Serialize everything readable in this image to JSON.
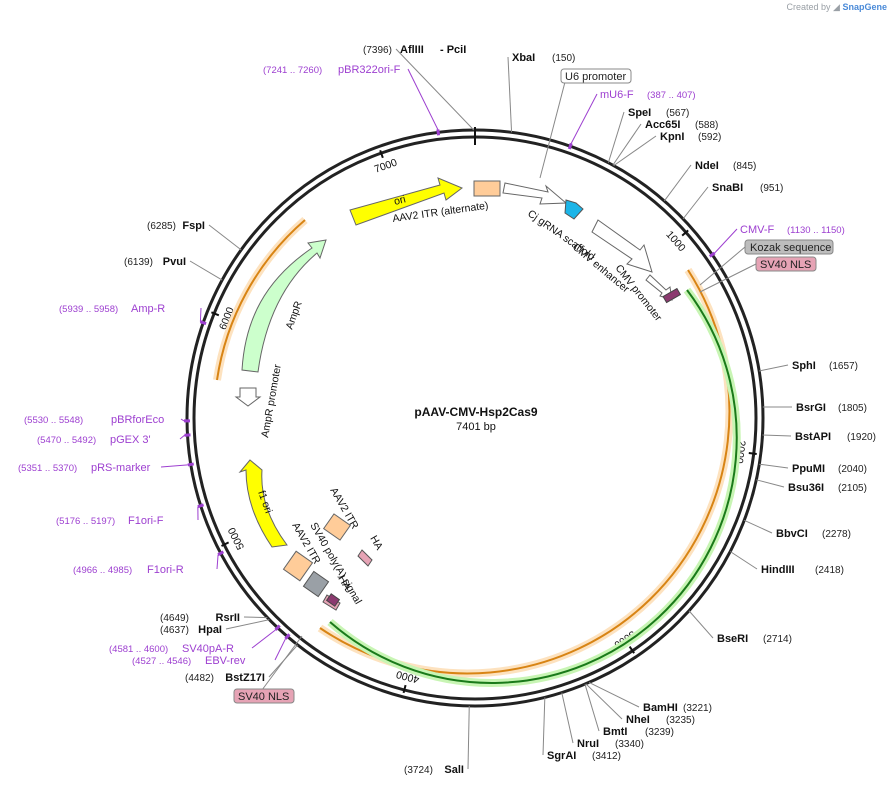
{
  "credit": {
    "prefix": "Created by",
    "brand": "SnapGene"
  },
  "plasmid": {
    "name": "pAAV-CMV-Hsp2Cas9",
    "length_label": "7401 bp",
    "length": 7401
  },
  "ticks": [
    {
      "bp": 1000,
      "label": "1000"
    },
    {
      "bp": 2000,
      "label": "2000"
    },
    {
      "bp": 3000,
      "label": "3000"
    },
    {
      "bp": 4000,
      "label": "4000"
    },
    {
      "bp": 5000,
      "label": "5000"
    },
    {
      "bp": 6000,
      "label": "6000"
    },
    {
      "bp": 7000,
      "label": "7000"
    }
  ],
  "sites": [
    {
      "name": "AflIII",
      "coord": "(7396)",
      "bp": 7396
    },
    {
      "name": "PciI",
      "coord": "",
      "bp": 7396
    },
    {
      "name": "XbaI",
      "coord": "(150)",
      "bp": 150
    },
    {
      "name": "SpeI",
      "coord": "(567)",
      "bp": 567
    },
    {
      "name": "Acc65I",
      "coord": "(588)",
      "bp": 588
    },
    {
      "name": "KpnI",
      "coord": "(592)",
      "bp": 592
    },
    {
      "name": "NdeI",
      "coord": "(845)",
      "bp": 845
    },
    {
      "name": "SnaBI",
      "coord": "(951)",
      "bp": 951
    },
    {
      "name": "SphI",
      "coord": "(1657)",
      "bp": 1657
    },
    {
      "name": "BsrGI",
      "coord": "(1805)",
      "bp": 1805
    },
    {
      "name": "BstAPI",
      "coord": "(1920)",
      "bp": 1920
    },
    {
      "name": "PpuMI",
      "coord": "(2040)",
      "bp": 2040
    },
    {
      "name": "Bsu36I",
      "coord": "(2105)",
      "bp": 2105
    },
    {
      "name": "BbvCI",
      "coord": "(2278)",
      "bp": 2278
    },
    {
      "name": "HindIII",
      "coord": "(2418)",
      "bp": 2418
    },
    {
      "name": "BseRI",
      "coord": "(2714)",
      "bp": 2714
    },
    {
      "name": "BamHI",
      "coord": "(3221)",
      "bp": 3221
    },
    {
      "name": "NheI",
      "coord": "(3235)",
      "bp": 3235
    },
    {
      "name": "BmtI",
      "coord": "(3239)",
      "bp": 3239
    },
    {
      "name": "NruI",
      "coord": "(3340)",
      "bp": 3340
    },
    {
      "name": "SgrAI",
      "coord": "(3412)",
      "bp": 3412
    },
    {
      "name": "SalI",
      "coord": "(3724)",
      "bp": 3724
    },
    {
      "name": "BstZ17I",
      "coord": "(4482)",
      "bp": 4482
    },
    {
      "name": "HpaI",
      "coord": "(4637)",
      "bp": 4637
    },
    {
      "name": "RsrII",
      "coord": "(4649)",
      "bp": 4649
    },
    {
      "name": "PvuI",
      "coord": "(6139)",
      "bp": 6139
    },
    {
      "name": "FspI",
      "coord": "(6285)",
      "bp": 6285
    }
  ],
  "primers": [
    {
      "name": "pBR322ori-F",
      "coord": "(7241 .. 7260)",
      "bp": 7250
    },
    {
      "name": "mU6-F",
      "coord": "(387 .. 407)",
      "bp": 397
    },
    {
      "name": "CMV-F",
      "coord": "(1130 .. 1150)",
      "bp": 1140
    },
    {
      "name": "Amp-R",
      "coord": "(5939 .. 5958)",
      "bp": 5948
    },
    {
      "name": "pBRforEco",
      "coord": "(5530 .. 5548)",
      "bp": 5539
    },
    {
      "name": "pGEX 3'",
      "coord": "(5470 .. 5492)",
      "bp": 5481
    },
    {
      "name": "pRS-marker",
      "coord": "(5351 .. 5370)",
      "bp": 5360
    },
    {
      "name": "F1ori-F",
      "coord": "(5176 .. 5197)",
      "bp": 5186
    },
    {
      "name": "F1ori-R",
      "coord": "(4966 .. 4985)",
      "bp": 4975
    },
    {
      "name": "SV40pA-R",
      "coord": "(4581 .. 4600)",
      "bp": 4590
    },
    {
      "name": "EBV-rev",
      "coord": "(4527 .. 4546)",
      "bp": 4536
    }
  ],
  "boxed_labels": {
    "u6_promoter": "U6 promoter",
    "kozak": "Kozak sequence",
    "sv40_nls_top": "SV40 NLS",
    "sv40_nls_bottom": "SV40 NLS"
  },
  "features": {
    "ori": "ori",
    "aav2_itr_alt": "AAV2 ITR (alternate)",
    "cj_grna": "Cj gRNA scaffold",
    "cmv_enhancer": "CMV enhancer",
    "cmv_promoter": "CMV promoter",
    "ampr": "AmpR",
    "ampr_promoter": "AmpR promoter",
    "f1_ori": "f1 ori",
    "aav2_itr_1": "AAV2 ITR",
    "aav2_itr_2": "AAV2 ITR",
    "sv40_polya": "SV40 poly(A) signal",
    "ha_1": "HA",
    "ha_2": "HA"
  },
  "colors": {
    "backbone": "#222222",
    "ori": "#ffff00",
    "itr": "#ffcc99",
    "grna": "#1cb5e8",
    "ampr": "#ccffcc",
    "cas9_outline": "#1a7a1a",
    "cas9_halo": "#b7f0a0",
    "orange_band": "#f3a33a",
    "ha": "#e6a3b5",
    "nls": "#e6a3b5",
    "primer": "#9d3fd0",
    "sv40pa": "#9aa0a6",
    "kozak": "#bdbdbd"
  }
}
